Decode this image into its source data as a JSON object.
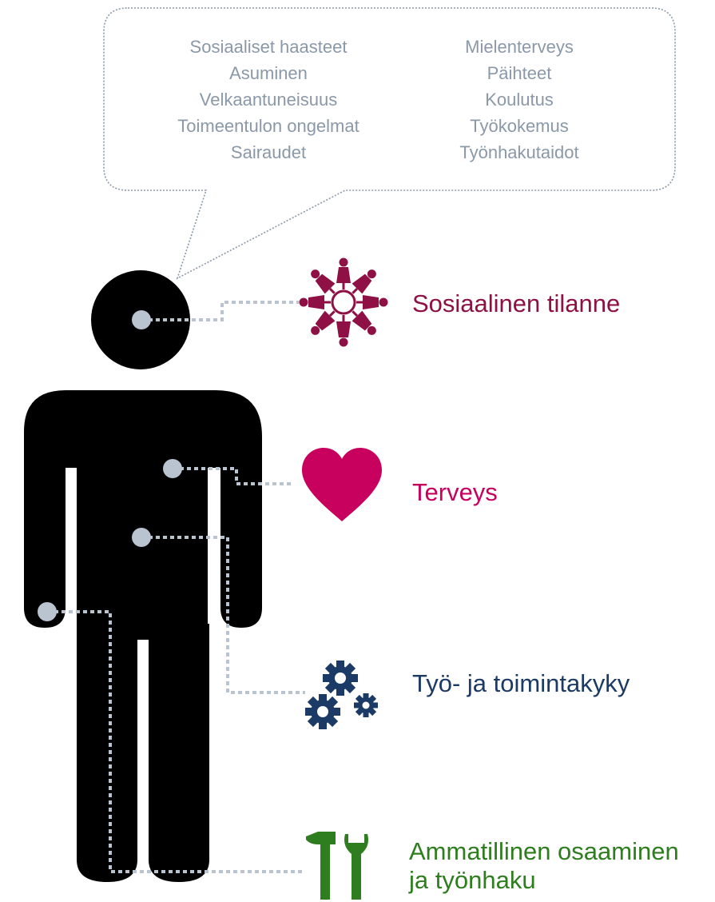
{
  "bubble": {
    "left_items": [
      "Sosiaaliset haasteet",
      "Asuminen",
      "Velkaantuneisuus",
      "Toimeentulon ongelmat",
      "Sairaudet"
    ],
    "right_items": [
      "Mielenterveys",
      "Päihteet",
      "Koulutus",
      "Työkokemus",
      "Työnhakutaidot"
    ]
  },
  "categories": {
    "social": {
      "label": "Sosiaalinen tilanne",
      "color": "#8e1044",
      "icon": "people-circle-icon"
    },
    "health": {
      "label": "Terveys",
      "color": "#c8005e",
      "icon": "heart-icon"
    },
    "work": {
      "label": "Työ- ja toimintakyky",
      "color": "#1c3a66",
      "icon": "gears-icon"
    },
    "professional": {
      "line1": "Ammatillinen osaaminen",
      "line2": "ja työnhaku",
      "color": "#2e7d1e",
      "icon": "tools-icon"
    }
  },
  "colors": {
    "figure": "#000000",
    "dot": "#b9c4d0",
    "connector": "#b9c4d0",
    "bubble_border": "#8a98a8",
    "bubble_text": "#8a98a8"
  }
}
